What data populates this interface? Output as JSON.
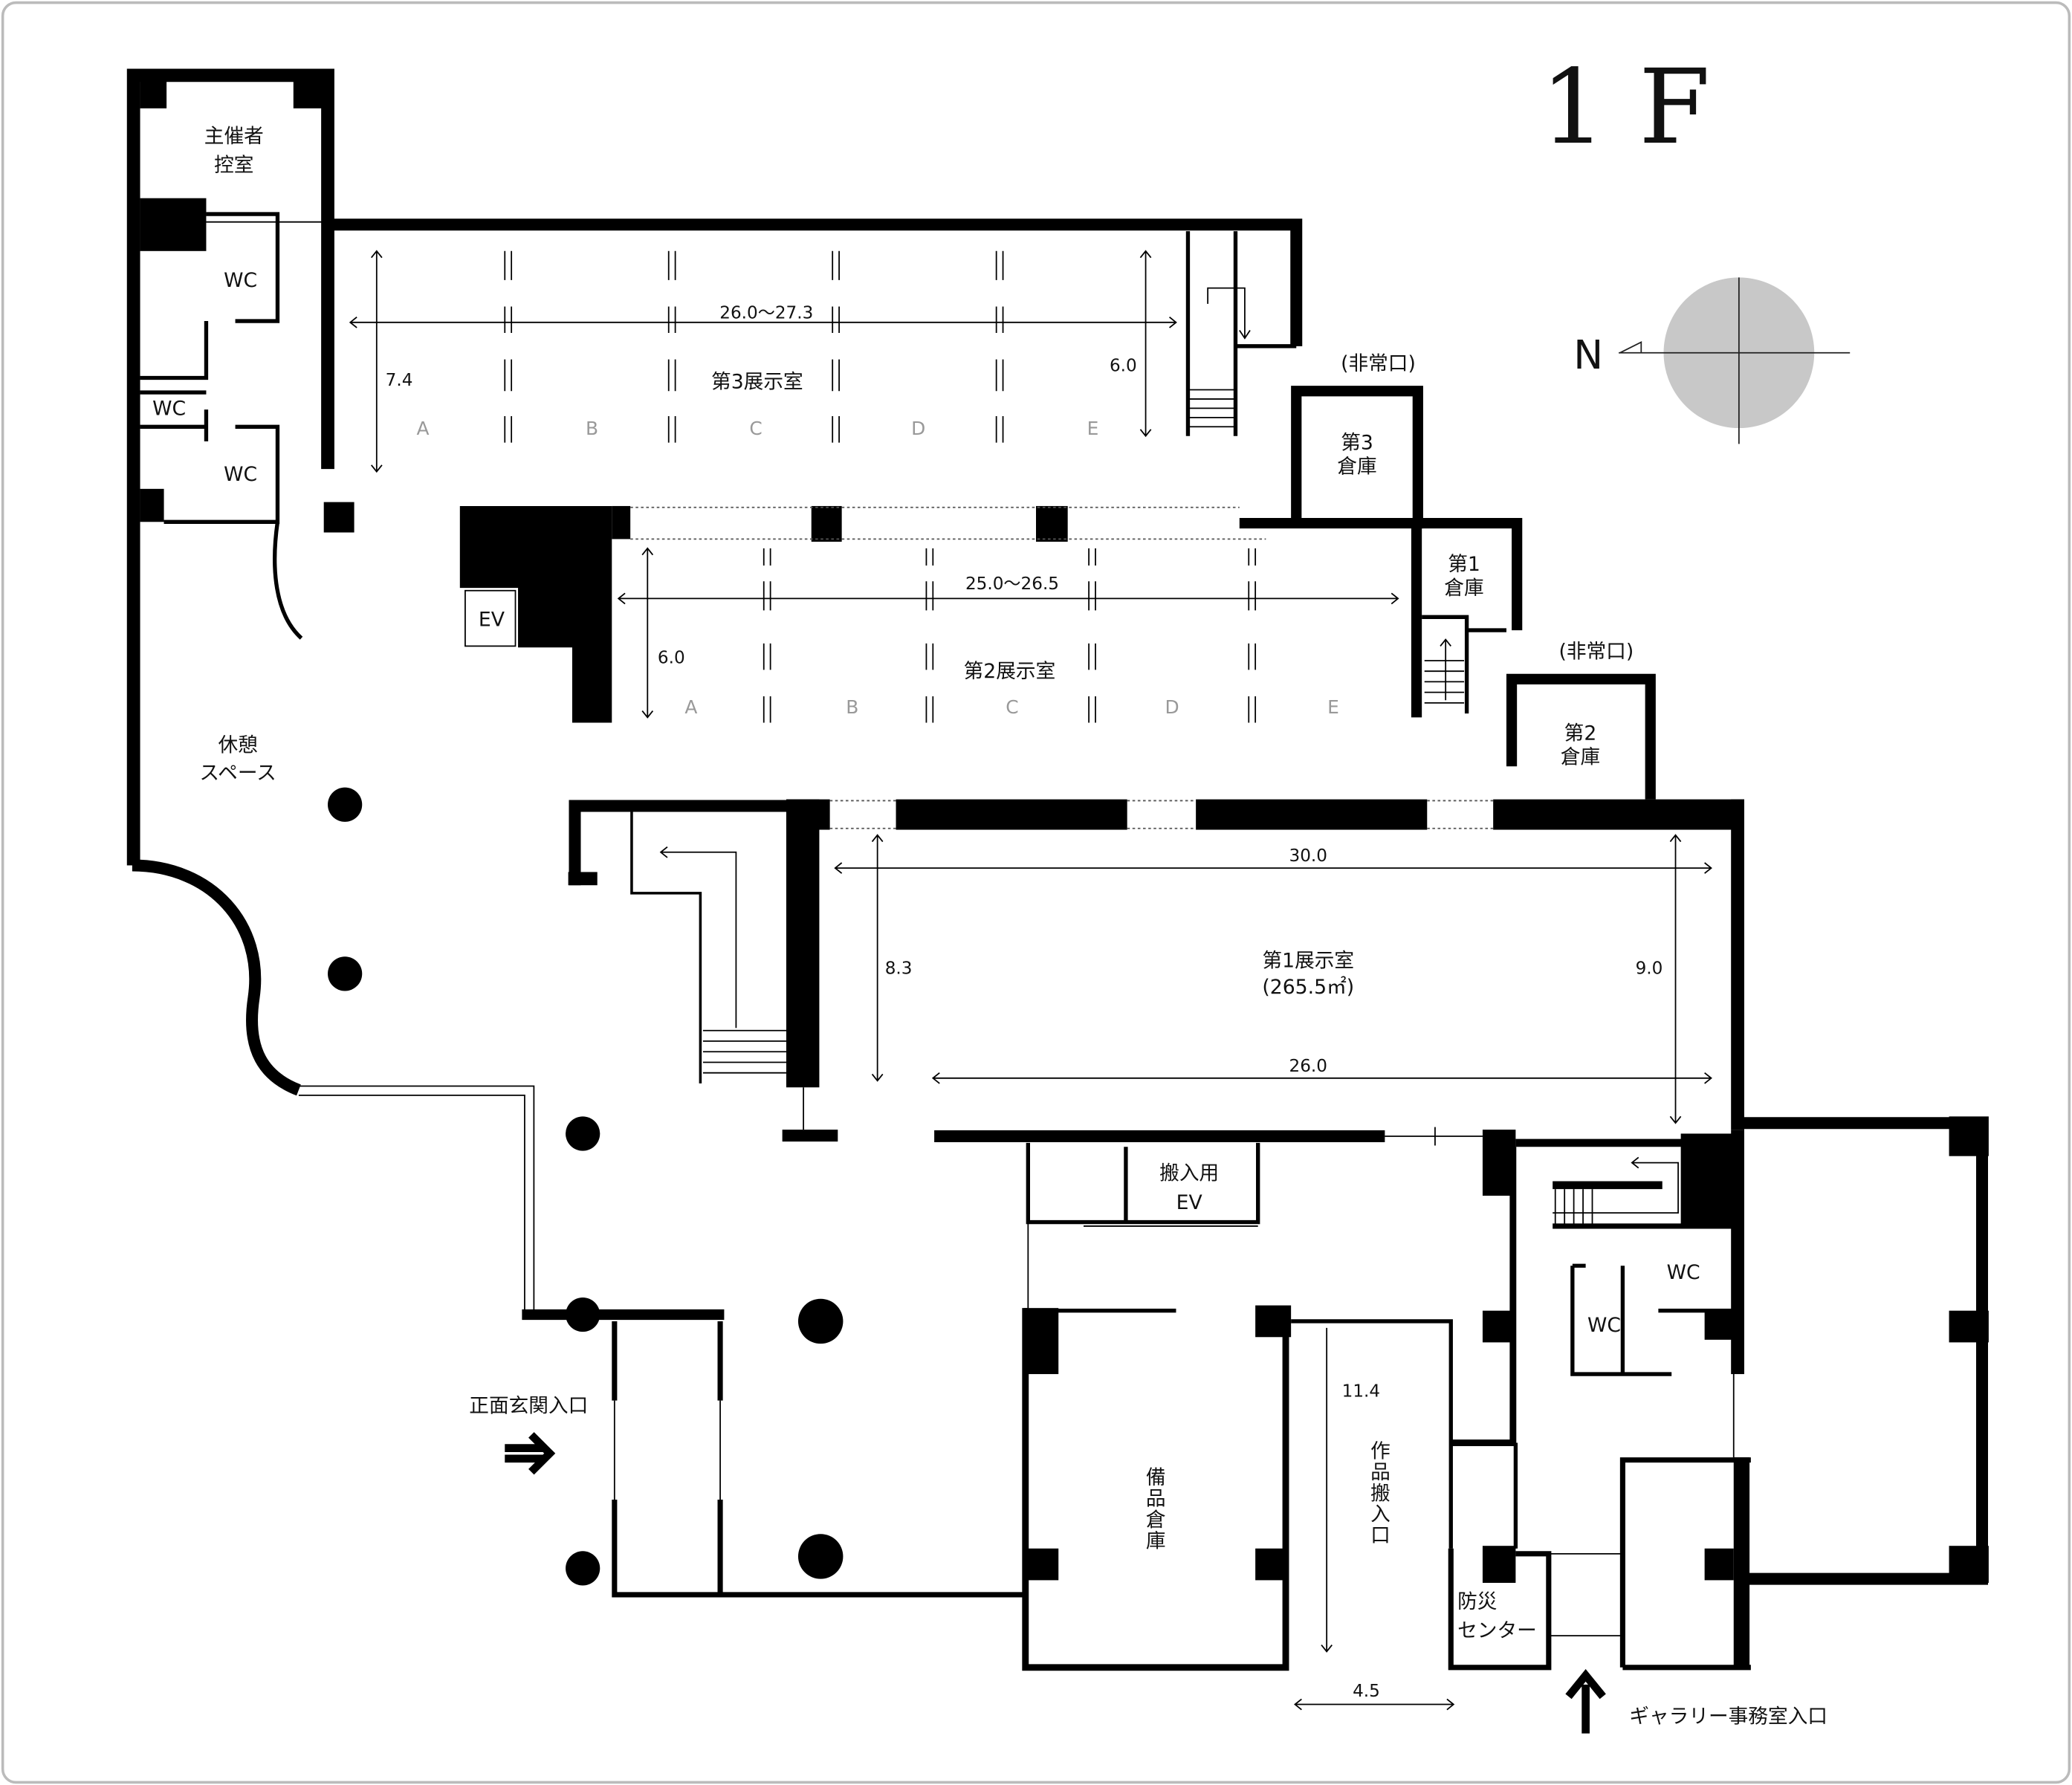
{
  "floor_title": "1 F",
  "compass": {
    "north_label": "N",
    "color": "#c8c8c8"
  },
  "rooms": {
    "organizer_room": [
      "主催者",
      "控室"
    ],
    "wc": [
      "WC",
      "WC",
      "WC",
      "WC",
      "WC"
    ],
    "lounge": [
      "休憩",
      "スペース"
    ],
    "ev": "EV",
    "exhibit3": {
      "name": "第3展示室",
      "width": "26.0〜27.3",
      "depth_left": "7.4",
      "depth_right": "6.0",
      "grid": [
        "A",
        "B",
        "C",
        "D",
        "E"
      ]
    },
    "exhibit2": {
      "name": "第2展示室",
      "width": "25.0〜26.5",
      "depth": "6.0",
      "grid": [
        "A",
        "B",
        "C",
        "D",
        "E"
      ]
    },
    "exhibit1": {
      "name": "第1展示室",
      "area": "(265.5㎡)",
      "width_top": "30.0",
      "width_bottom": "26.0",
      "depth_left": "8.3",
      "depth_right": "9.0"
    },
    "storage3": [
      "第3",
      "倉庫"
    ],
    "storage1": [
      "第1",
      "倉庫"
    ],
    "storage2": [
      "第2",
      "倉庫"
    ],
    "emergency_exit": [
      "(非常口)",
      "(非常口)"
    ],
    "loading_ev": [
      "搬入用",
      "EV"
    ],
    "equipment_storage": "備品倉庫",
    "loading_entrance": {
      "name": "作品搬入口",
      "depth": "11.4",
      "width": "4.5"
    },
    "disaster_center": [
      "防災",
      "センター"
    ]
  },
  "entrances": {
    "main": "正面玄関入口",
    "gallery_office": "ギャラリー事務室入口"
  }
}
